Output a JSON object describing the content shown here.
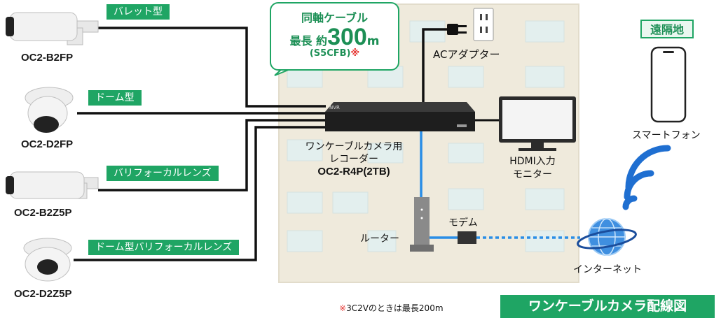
{
  "cameras": [
    {
      "type_label": "バレット型",
      "model": "OC2-B2FP",
      "icon": "bullet-camera-icon"
    },
    {
      "type_label": "ドーム型",
      "model": "OC2-D2FP",
      "icon": "dome-camera-icon"
    },
    {
      "type_label": "バリフォーカルレンズ",
      "model": "OC2-B2Z5P",
      "icon": "bullet-camera-icon"
    },
    {
      "type_label": "ドーム型バリフォーカルレンズ",
      "model": "OC2-D2Z5P",
      "icon": "dome-camera-icon"
    }
  ],
  "callout": {
    "line1": "同軸ケーブル",
    "prefix": "最長 約",
    "number": "300",
    "unit": "m",
    "cable": "(S5CFB)",
    "mark": "※"
  },
  "adapter_label": "ACアダプター",
  "recorder": {
    "line1": "ワンケーブルカメラ用",
    "line2": "レコーダー",
    "model": "OC2-R4P(2TB)",
    "brand": "NVR"
  },
  "monitor": {
    "line1": "HDMI入力",
    "line2": "モニター"
  },
  "router_label": "ルーター",
  "modem_label": "モデム",
  "internet_label": "インターネット",
  "remote": {
    "badge": "遠隔地",
    "phone_label": "スマートフォン"
  },
  "note": {
    "mark": "※",
    "text": "3C2Vのときは最長200m"
  },
  "diagram_title": "ワンケーブルカメラ配線図",
  "colors": {
    "green": "#1fa564",
    "lan_blue": "#2a8ee6",
    "building": "#f1ede0",
    "red_mark": "#e53935"
  }
}
